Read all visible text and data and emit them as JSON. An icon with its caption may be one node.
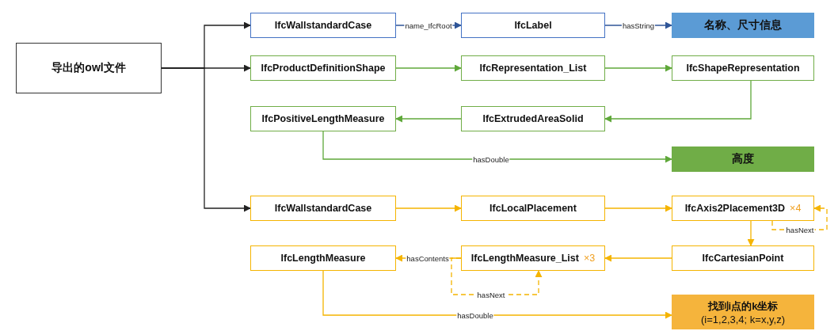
{
  "diagram": {
    "nodes": [
      {
        "text": [
          "导出的owl文件"
        ]
      },
      {
        "text": [
          "IfcWallstandardCase"
        ]
      },
      {
        "text": [
          "IfcLabel"
        ]
      },
      {
        "text": [
          "名称、尺寸信息"
        ]
      },
      {
        "text": [
          "IfcProductDefinitionShape"
        ]
      },
      {
        "text": [
          "IfcRepresentation_List"
        ]
      },
      {
        "text": [
          "IfcShapeRepresentation"
        ]
      },
      {
        "text": [
          "IfcPositiveLengthMeasure"
        ]
      },
      {
        "text": [
          "IfcExtrudedAreaSolid"
        ]
      },
      {
        "text": [
          "高度"
        ]
      },
      {
        "text": [
          "IfcWallstandardCase"
        ]
      },
      {
        "text": [
          "IfcLocalPlacement"
        ]
      },
      {
        "text": [
          "IfcAxis2Placement3D",
          "×4"
        ]
      },
      {
        "text": [
          "IfcLengthMeasure"
        ]
      },
      {
        "text": [
          "IfcLengthMeasure_List",
          "×3"
        ]
      },
      {
        "text": [
          "IfcCartesianPoint"
        ]
      },
      {
        "text": [
          "找到i点的k坐标",
          "(i=1,2,3,4;   k=x,y,z)"
        ]
      }
    ],
    "edges": [
      {
        "from": 0,
        "to": 1,
        "arrow": "to",
        "color": "#222222"
      },
      {
        "from": 0,
        "to": 4,
        "arrow": "to",
        "color": "#222222"
      },
      {
        "from": 0,
        "to": 10,
        "arrow": "to",
        "color": "#222222"
      },
      {
        "from": 1,
        "to": 2,
        "arrow": "to",
        "label": "name_IfcRoot",
        "color": "#2f5597"
      },
      {
        "from": 2,
        "to": 3,
        "arrow": "to",
        "label": "hasString",
        "color": "#2f5597"
      },
      {
        "from": 4,
        "to": 5,
        "arrow": "to",
        "color": "#5fa83a"
      },
      {
        "from": 5,
        "to": 6,
        "arrow": "to",
        "color": "#5fa83a"
      },
      {
        "from": 6,
        "to": 8,
        "arrow": "to",
        "color": "#5fa83a"
      },
      {
        "from": 8,
        "to": 7,
        "arrow": "to",
        "color": "#5fa83a"
      },
      {
        "from": 7,
        "to": 9,
        "arrow": "to",
        "label": "hasDouble",
        "color": "#5fa83a"
      },
      {
        "from": 10,
        "to": 11,
        "arrow": "to"
      },
      {
        "from": 11,
        "to": 12,
        "arrow": "to"
      },
      {
        "from": 12,
        "to": 12,
        "arrow": "to",
        "label": "hasNext",
        "style": "dashed"
      },
      {
        "from": 12,
        "to": 15,
        "arrow": "to"
      },
      {
        "from": 15,
        "to": 14,
        "arrow": "to"
      },
      {
        "from": 14,
        "to": 13,
        "arrow": "to",
        "label": "hasContents"
      },
      {
        "from": 14,
        "to": 14,
        "arrow": "to",
        "label": "hasNext",
        "style": "dashed"
      },
      {
        "from": 13,
        "to": 16,
        "arrow": "to",
        "label": "hasDouble"
      }
    ]
  }
}
